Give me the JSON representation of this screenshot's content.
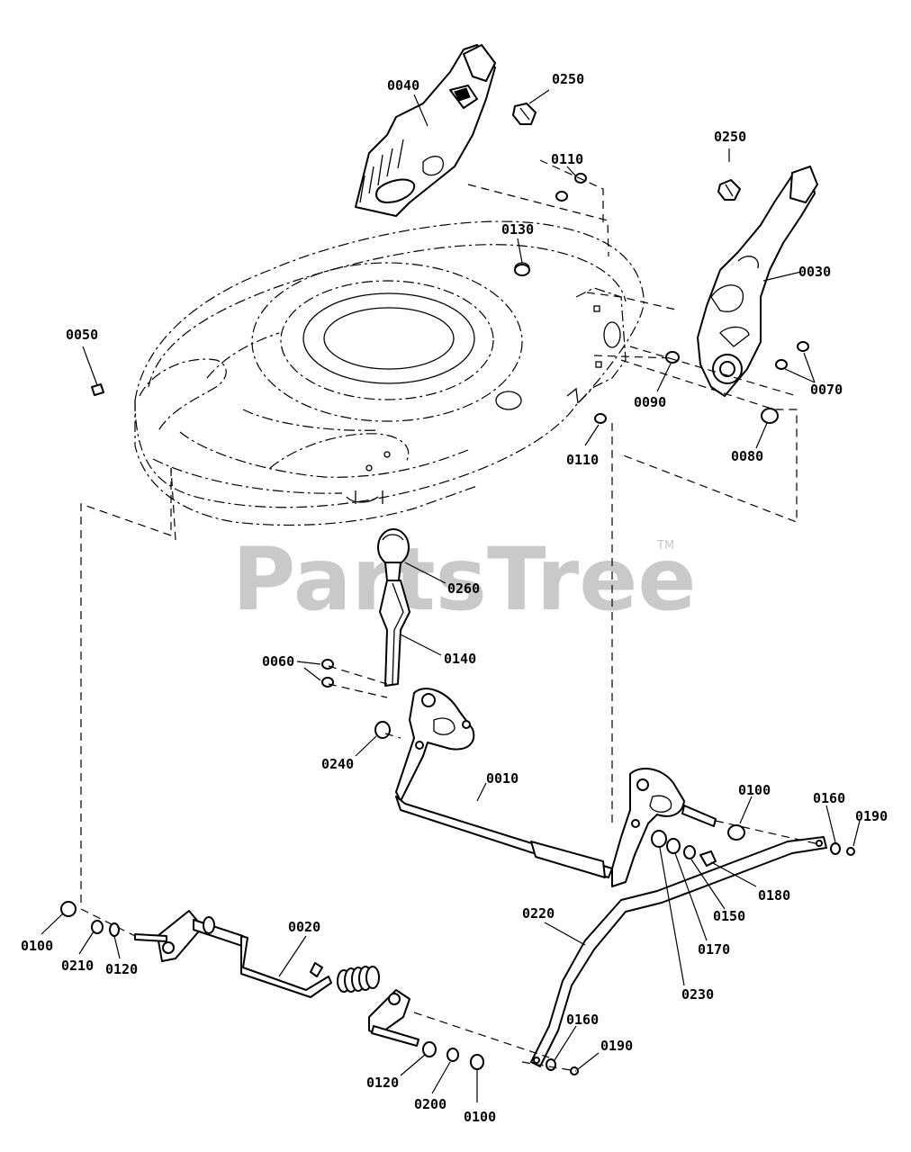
{
  "watermark": {
    "text": "PartsTree",
    "trademark": "TM"
  },
  "callouts": {
    "c0040": "0040",
    "c0250a": "0250",
    "c0250b": "0250",
    "c0110a": "0110",
    "c0130": "0130",
    "c0030": "0030",
    "c0050": "0050",
    "c0070": "0070",
    "c0090": "0090",
    "c0080": "0080",
    "c0110b": "0110",
    "c0260": "0260",
    "c0140": "0140",
    "c0060": "0060",
    "c0240": "0240",
    "c0010": "0010",
    "c0100a": "0100",
    "c0160a": "0160",
    "c0190a": "0190",
    "c0180": "0180",
    "c0150": "0150",
    "c0170": "0170",
    "c0220": "0220",
    "c0230": "0230",
    "c0020": "0020",
    "c0100b": "0100",
    "c0210": "0210",
    "c0120a": "0120",
    "c0160b": "0160",
    "c0190b": "0190",
    "c0120b": "0120",
    "c0200": "0200",
    "c0100c": "0100"
  }
}
